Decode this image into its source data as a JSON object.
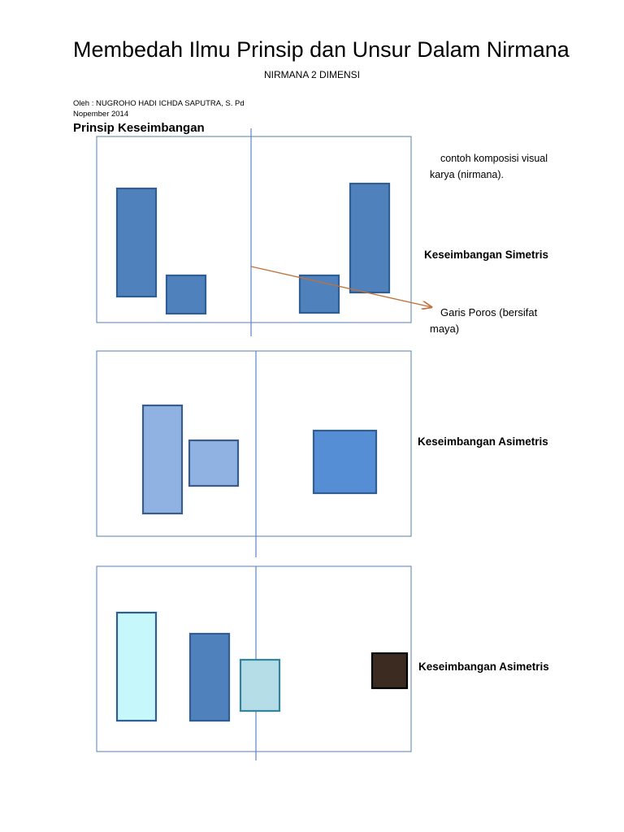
{
  "document": {
    "title": "Membedah Ilmu Prinsip dan Unsur Dalam Nirmana",
    "subtitle": "NIRMANA 2 DIMENSI",
    "author": "Oleh : NUGROHO HADI ICHDA SAPUTRA, S. Pd",
    "date": "Nopember 2014",
    "section_heading": "Prinsip Keseimbangan"
  },
  "figures": [
    {
      "label": "Keseimbangan Simetris",
      "note_line1": "contoh komposisi visual",
      "note_line2": "karya (nirmana).",
      "axis_note_line1": "Garis Poros (bersifat",
      "axis_note_line2": "maya)"
    },
    {
      "label": "Keseimbangan Asimetris"
    },
    {
      "label": "Keseimbangan Asimetris"
    }
  ],
  "colors": {
    "frame": "#5a7fb0",
    "axis": "#5a86c0",
    "arrow": "#c0703a",
    "medium_blue": "#4f81bd",
    "light_blue": "#8fb2e2",
    "bright_blue": "#558ed5",
    "pale_cyan": "#c6f7fb",
    "pale_teal": "#b5dde8",
    "dark_brown": "#3b2b20"
  }
}
